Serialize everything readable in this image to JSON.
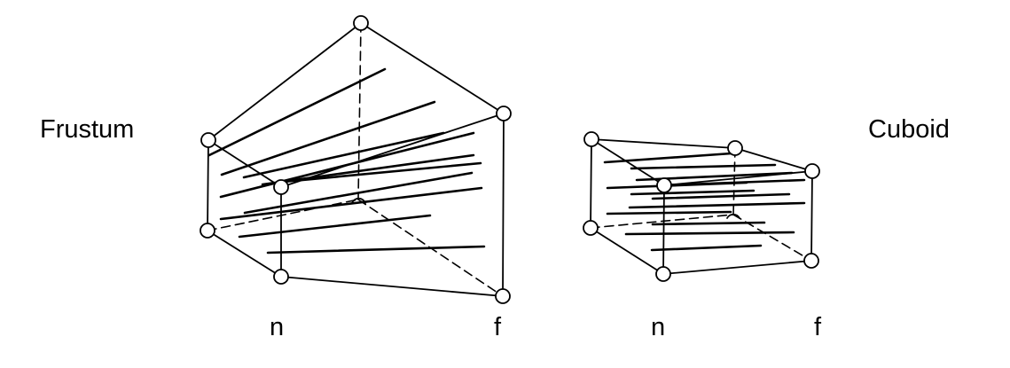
{
  "labels": {
    "frustum": "Frustum",
    "cuboid": "Cuboid",
    "frustum_near": "n",
    "frustum_far": "f",
    "cuboid_near": "n",
    "cuboid_far": "f"
  },
  "colors": {
    "stroke": "#000000",
    "vertex_fill": "#ffffff"
  }
}
